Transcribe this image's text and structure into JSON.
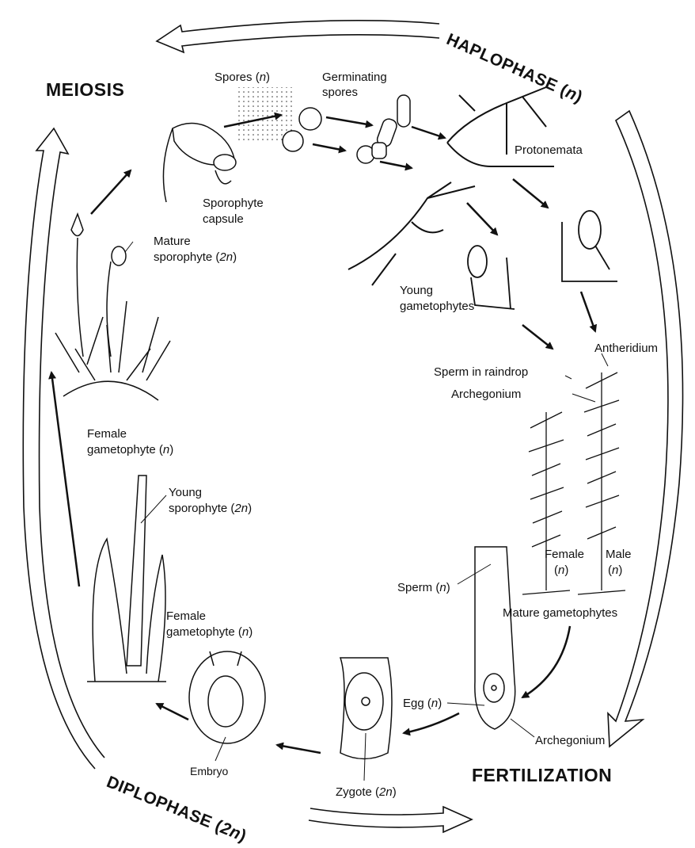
{
  "cycle_labels": {
    "meiosis": "MEIOSIS",
    "fertilization": "FERTILIZATION",
    "haplophase": "HAPLOPHASE (n)",
    "diplophase": "DIPLOPHASE (2n)"
  },
  "labels": {
    "spores": "Spores (n)",
    "germinating_spores_1": "Germinating",
    "germinating_spores_2": "spores",
    "protonemata": "Protonemata",
    "sporophyte_capsule_1": "Sporophyte",
    "sporophyte_capsule_2": "capsule",
    "mature_sporophyte_1": "Mature",
    "mature_sporophyte_2": "sporophyte (2n)",
    "young_gametophytes_1": "Young",
    "young_gametophytes_2": "gametophytes",
    "antheridium": "Antheridium",
    "sperm_in_raindrop": "Sperm in raindrop",
    "archegonium_top": "Archegonium",
    "female_gametophyte_top_1": "Female",
    "female_gametophyte_top_2": "gametophyte (n)",
    "young_sporophyte_1": "Young",
    "young_sporophyte_2": "sporophyte (2n)",
    "female_gametophyte_bottom_1": "Female",
    "female_gametophyte_bottom_2": "gametophyte (n)",
    "sperm": "Sperm (n)",
    "female_1": "Female",
    "female_2": "(n)",
    "male_1": "Male",
    "male_2": "(n)",
    "mature_gametophytes": "Mature gametophytes",
    "egg": "Egg (n)",
    "archegonium_bottom": "Archegonium",
    "embryo": "Embryo",
    "zygote": "Zygote (2n)"
  },
  "colors": {
    "ink": "#111111",
    "background": "#ffffff"
  }
}
